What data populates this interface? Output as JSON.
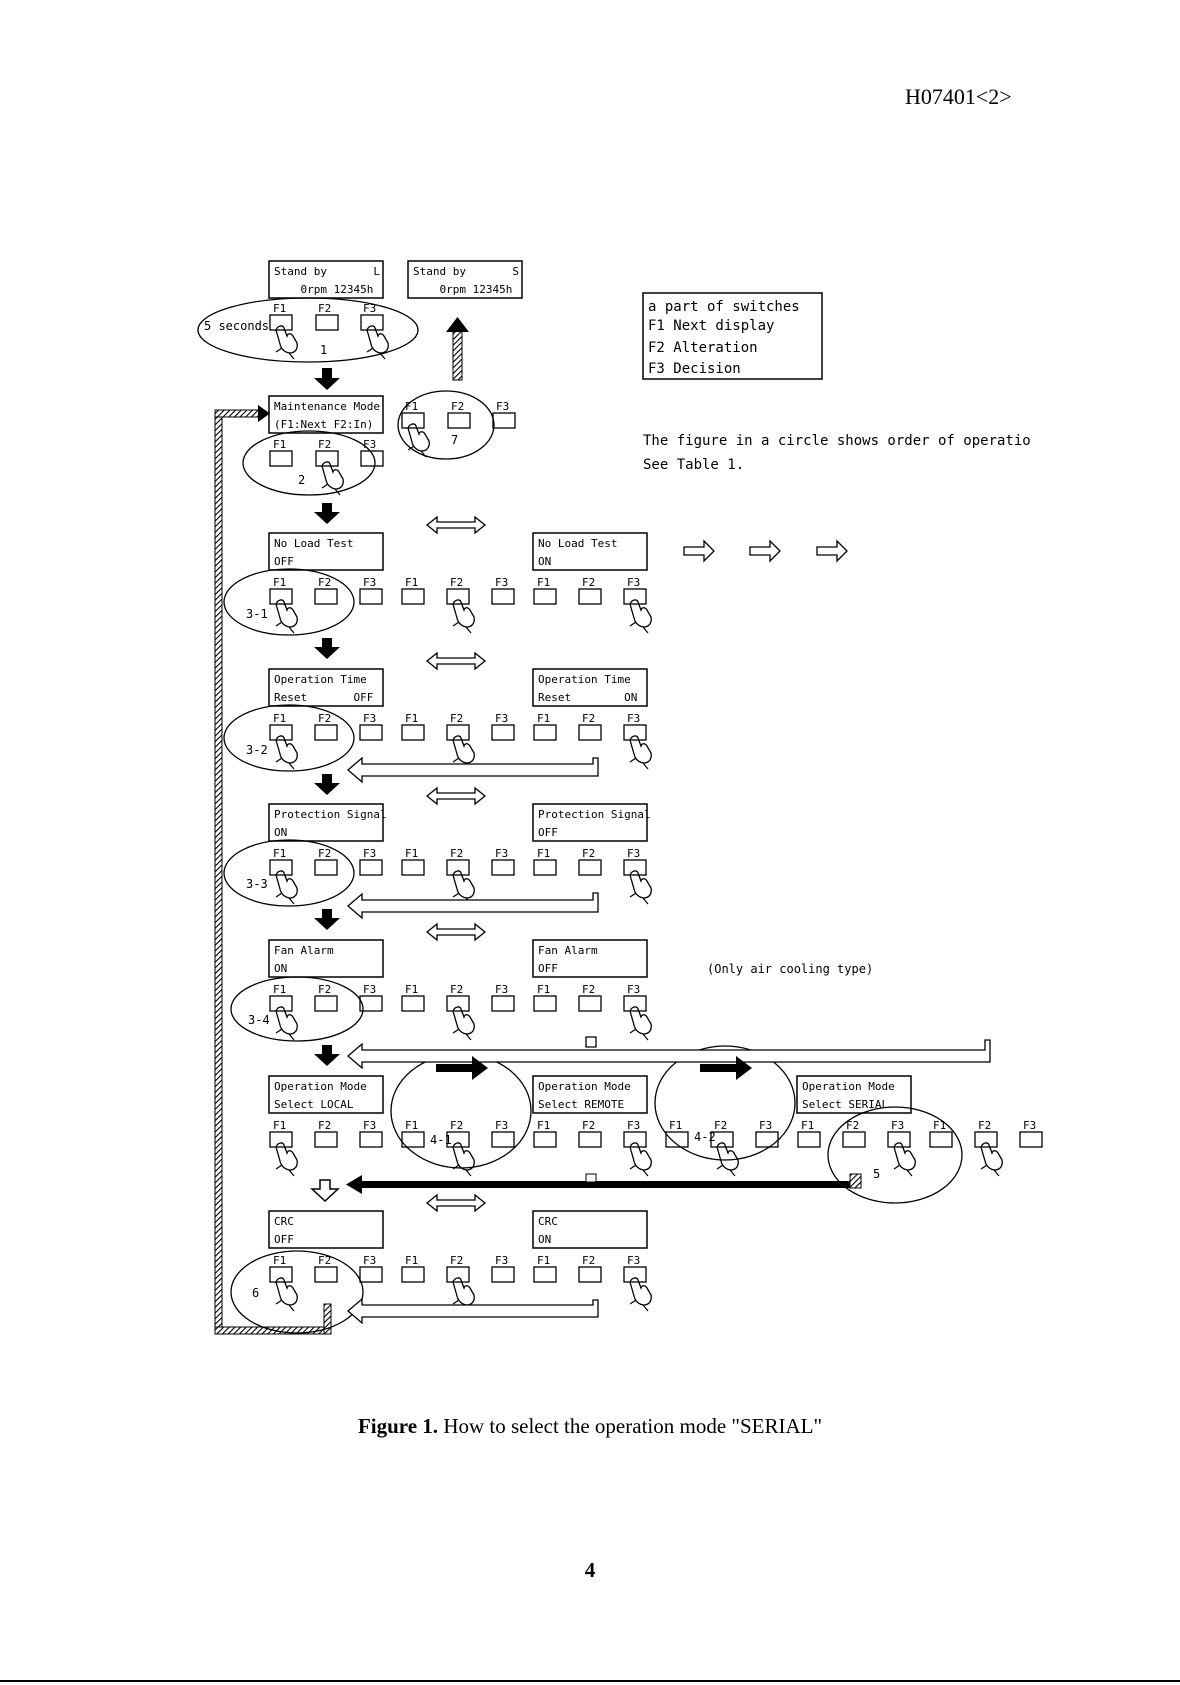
{
  "header": {
    "doc_id": "H07401<2>"
  },
  "legend": {
    "title": "a part of switches",
    "lines": [
      "F1 Next display",
      "F2 Alteration",
      "F3 Decision"
    ]
  },
  "note": {
    "line1": "The figure in a circle shows order of operatio",
    "line2": "See Table 1."
  },
  "keys": {
    "f1": "F1",
    "f2": "F2",
    "f3": "F3"
  },
  "lcd": {
    "standby_l": [
      "Stand by       L",
      "    0rpm 12345h"
    ],
    "standby_s": [
      "Stand by       S",
      "    0rpm 12345h"
    ],
    "maintenance": [
      "Maintenance Mode",
      "(F1:Next F2:In)"
    ],
    "noload_off": [
      "No Load Test",
      "OFF"
    ],
    "noload_on": [
      "No Load Test",
      "ON"
    ],
    "optime_off": [
      "Operation Time",
      "Reset       OFF"
    ],
    "optime_on": [
      "Operation Time",
      "Reset        ON"
    ],
    "prot_on": [
      "Protection Signal",
      "ON"
    ],
    "prot_off": [
      "Protection Signal",
      "OFF"
    ],
    "fan_on": [
      "Fan Alarm",
      "ON"
    ],
    "fan_off": [
      "Fan Alarm",
      "OFF"
    ],
    "opmode_local": [
      "Operation Mode",
      "Select LOCAL"
    ],
    "opmode_remote": [
      "Operation Mode",
      "Select REMOTE"
    ],
    "opmode_serial": [
      "Operation Mode",
      "Select SERIAL"
    ],
    "crc_off": [
      "CRC",
      "OFF"
    ],
    "crc_on": [
      "CRC",
      "ON"
    ]
  },
  "steps": {
    "five_seconds": "5 seconds",
    "s1": "1",
    "s2": "2",
    "s7": "7",
    "s3_1": "3-1",
    "s3_2": "3-2",
    "s3_3": "3-3",
    "s3_4": "3-4",
    "s4_1": "4-1",
    "s4_2": "4-2",
    "s5": "5",
    "s6": "6"
  },
  "only_air": "(Only air cooling type)",
  "caption": {
    "label": "Figure 1.",
    "text": " How to select the operation mode \"SERIAL\""
  },
  "footer": {
    "page_number": "4"
  }
}
